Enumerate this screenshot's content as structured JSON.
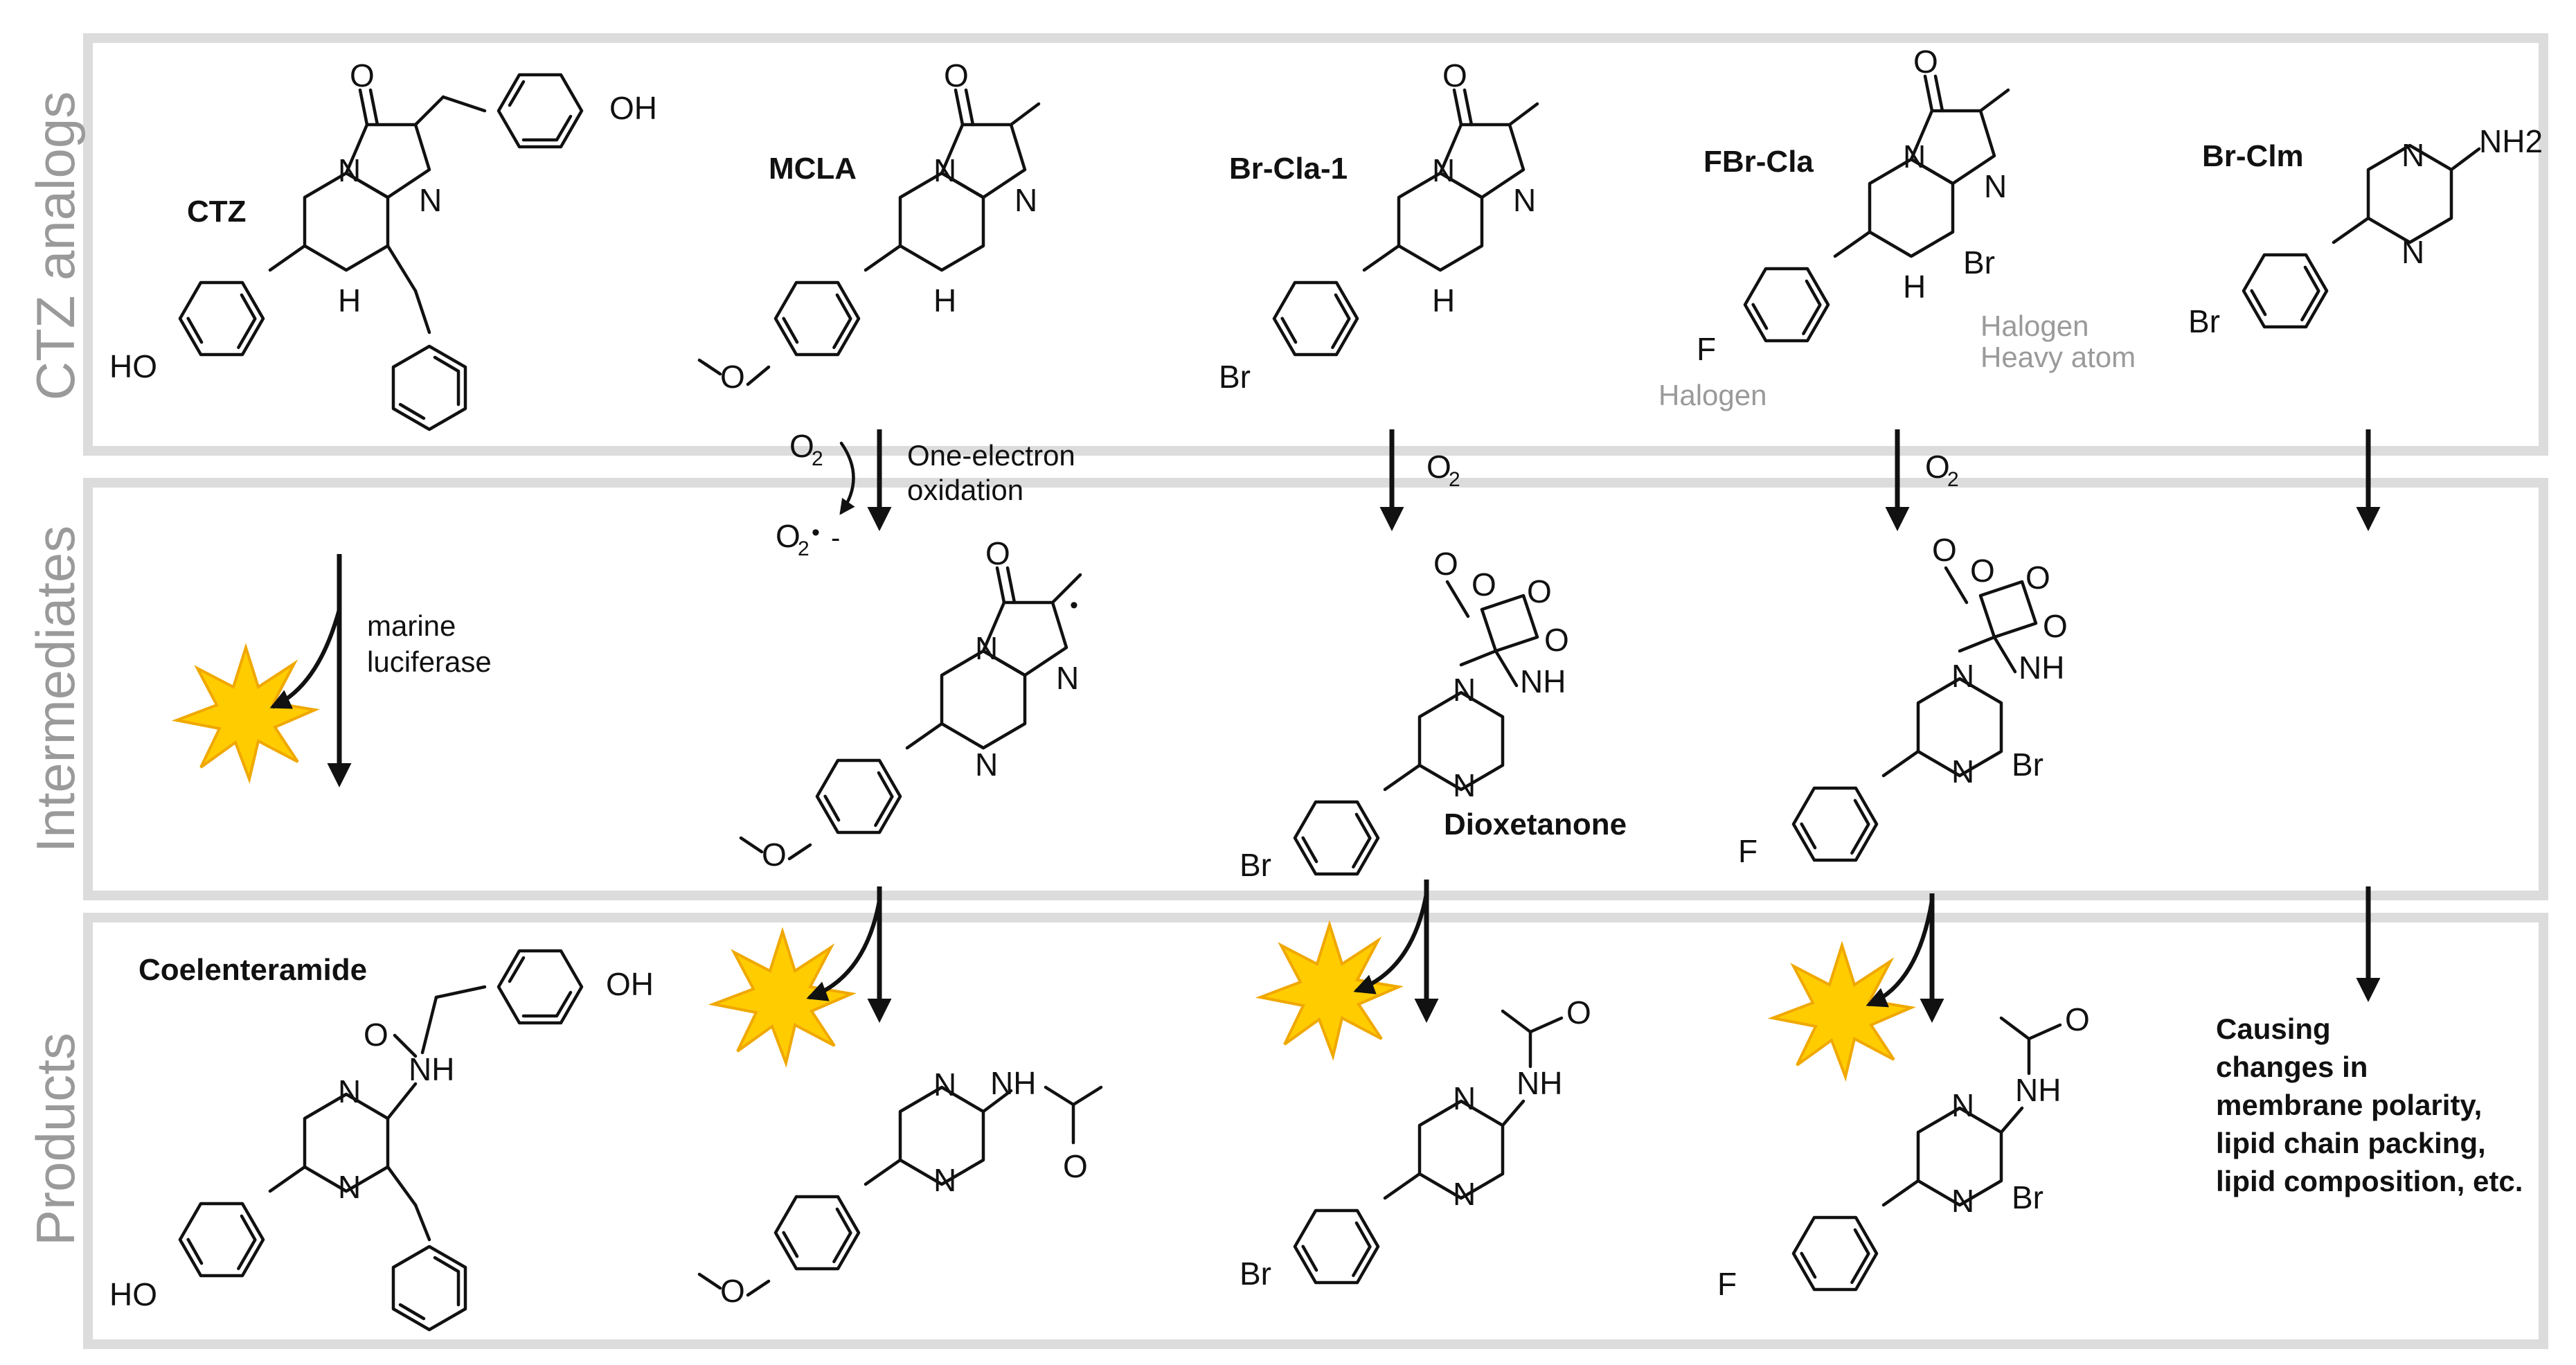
{
  "rows": {
    "analogs": "CTZ analogs",
    "intermediates": "Intermediates",
    "products": "Products"
  },
  "compounds": {
    "ctz": "CTZ",
    "mcla": "MCLA",
    "brcla1": "Br-Cla-1",
    "fbrcla": "FBr-Cla",
    "brclm": "Br-Clm",
    "coelenteramide": "Coelenteramide",
    "dioxetanone": "Dioxetanone"
  },
  "annotations": {
    "one_electron_1": "One-electron",
    "one_electron_2": "oxidation",
    "o2": "O",
    "o2_sub": "2",
    "superoxide": "O",
    "marine_1": "marine",
    "marine_2": "luciferase",
    "halogen_f": "Halogen",
    "halogen_br": "Halogen",
    "heavy_atom": "Heavy atom",
    "causing": [
      "Causing",
      "changes in",
      "membrane polarity,",
      "lipid chain packing,",
      "lipid composition, etc."
    ]
  },
  "atoms": {
    "O": "O",
    "N": "N",
    "H": "H",
    "OH": "OH",
    "HO": "HO",
    "Br": "Br",
    "F": "F",
    "NH": "NH",
    "NH2": "NH2",
    "dot": "•",
    "minus": "-"
  },
  "colors": {
    "panel_border": "#dcdcdc",
    "label_gray": "#9a9a9a",
    "flash": "#ffcc00"
  }
}
